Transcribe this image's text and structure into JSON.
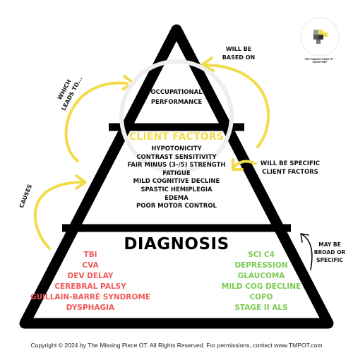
{
  "pyramid": {
    "top_label": [
      "OCCUPATIONAL",
      "PERFORMANCE"
    ],
    "middle": {
      "title": "CLIENT FACTORS",
      "items": [
        "HYPOTONICITY",
        "CONTRAST SENSITIVITY",
        "FAIR MINUS (3-/5) STRENGTH",
        "FATIGUE",
        "MILD COGNITIVE DECLINE",
        "SPASTIC HEMIPLEGIA",
        "EDEMA",
        "POOR MOTOR CONTROL"
      ]
    },
    "bottom": {
      "title": "DIAGNOSIS",
      "left_items": [
        "TBI",
        "CVA",
        "DEV DELAY",
        "CEREBRAL PALSY",
        "GUILLAIN-BARRÉ SYNDROME",
        "DYSPHAGIA"
      ],
      "right_items": [
        "SCI C4",
        "DEPRESSION",
        "GLAUCOMA",
        "MILD COG DECLINE",
        "COPD",
        "STAGE II ALS"
      ]
    }
  },
  "annotations": {
    "which_leads_to": [
      "WHICH",
      "LEADS TO..."
    ],
    "will_be_based_on": [
      "WILL BE",
      "BASED ON"
    ],
    "will_be_specific": [
      "WILL BE SPECIFIC",
      "CLIENT FACTORS"
    ],
    "causes": "CAUSES",
    "may_be_broad": [
      "MAY BE",
      "BROAD OR",
      "SPECIFIC"
    ]
  },
  "logo": {
    "text": "THE MISSING PIECE OT · EXAM PREP"
  },
  "footer": {
    "copyright": "Copyright © 2024 by The Missing Piece OT. All Rights Reserved. For permissions, contact www.TMPOT.com"
  },
  "colors": {
    "accent_yellow": "#f2dc4a",
    "diagnosis_left": "#ef5a59",
    "diagnosis_right": "#7ccb52",
    "outline": "#000000"
  }
}
